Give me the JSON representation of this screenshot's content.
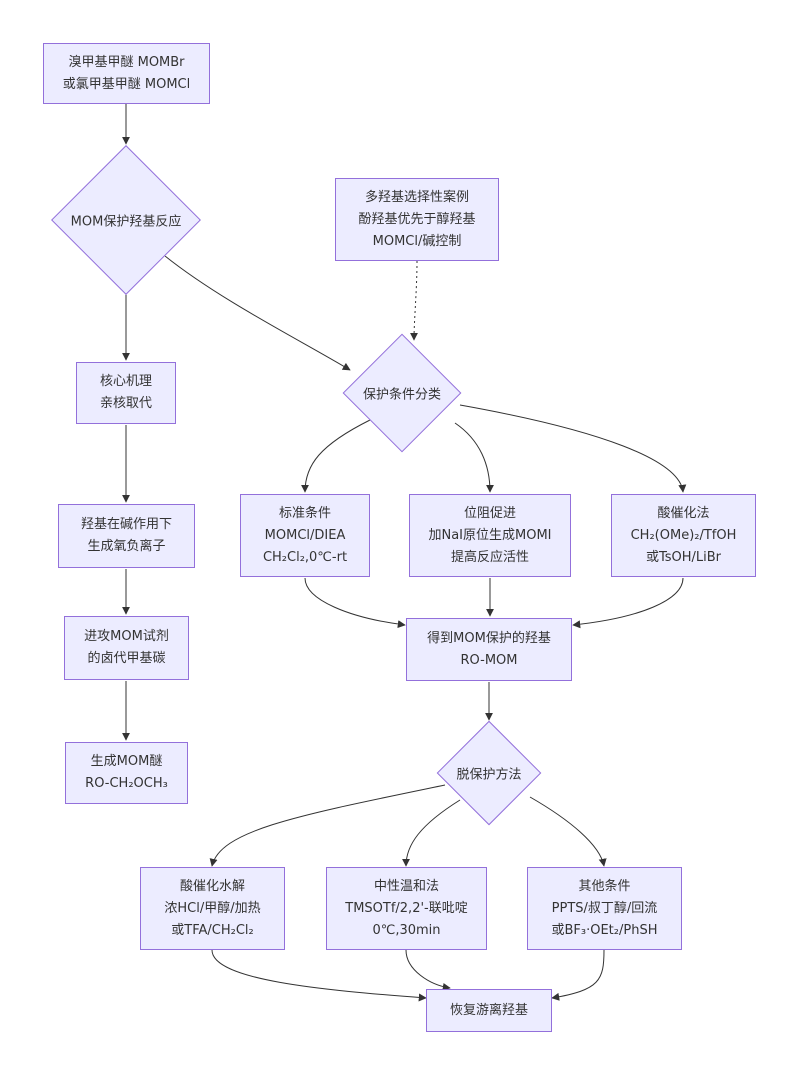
{
  "nodes": {
    "reagent": {
      "line1": "溴甲基甲醚 MOMBr",
      "line2": "或氯甲基甲醚 MOMCl"
    },
    "protect_reaction": {
      "label": "MOM保护羟基反应"
    },
    "selectivity_case": {
      "line1": "多羟基选择性案例",
      "line2": "酚羟基优先于醇羟基",
      "line3": "MOMCl/碱控制"
    },
    "core_mechanism": {
      "line1": "核心机理",
      "line2": "亲核取代"
    },
    "condition_class": {
      "label": "保护条件分类"
    },
    "alkoxide": {
      "line1": "羟基在碱作用下",
      "line2": "生成氧负离子"
    },
    "standard": {
      "line1": "标准条件",
      "line2": "MOMCl/DIEA",
      "line3": "CH₂Cl₂,0℃-rt"
    },
    "hindered": {
      "line1": "位阻促进",
      "line2": "加NaI原位生成MOMI",
      "line3": "提高反应活性"
    },
    "acid_cat": {
      "line1": "酸催化法",
      "line2": "CH₂(OMe)₂/TfOH",
      "line3": "或TsOH/LiBr"
    },
    "attack": {
      "line1": "进攻MOM试剂",
      "line2": "的卤代甲基碳"
    },
    "product": {
      "line1": "得到MOM保护的羟基",
      "line2": "RO-MOM"
    },
    "ether": {
      "line1": "生成MOM醚",
      "line2": "RO-CH₂OCH₃"
    },
    "deprotect": {
      "label": "脱保护方法"
    },
    "acid_hydrolysis": {
      "line1": "酸催化水解",
      "line2": "浓HCl/甲醇/加热",
      "line3": "或TFA/CH₂Cl₂"
    },
    "neutral": {
      "line1": "中性温和法",
      "line2": "TMSOTf/2,2'-联吡啶",
      "line3": "0℃,30min"
    },
    "other": {
      "line1": "其他条件",
      "line2": "PPTS/叔丁醇/回流",
      "line3": "或BF₃·OEt₂/PhSH"
    },
    "free_oh": {
      "label": "恢复游离羟基"
    }
  },
  "colors": {
    "node_fill": "#ECECFF",
    "node_border": "#9370DB",
    "edge": "#333333"
  }
}
